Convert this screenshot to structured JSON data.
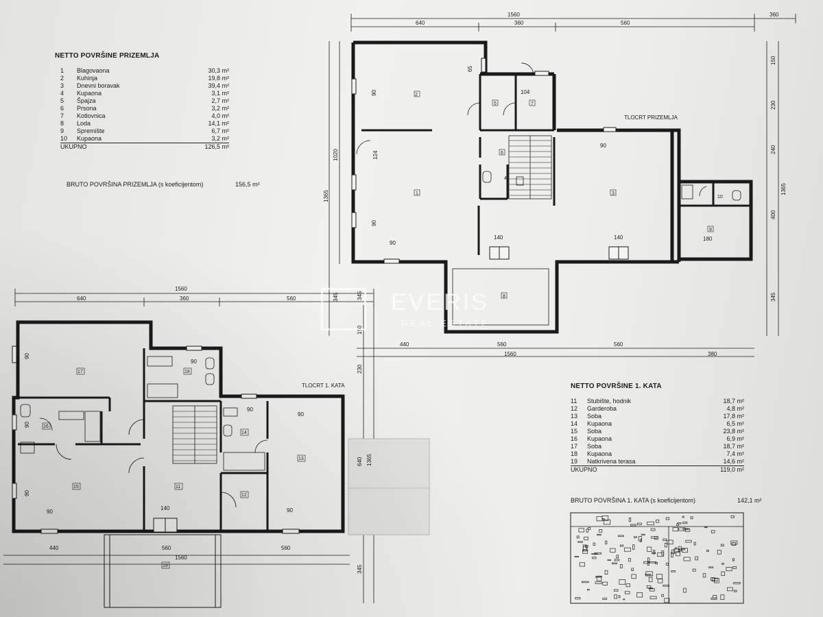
{
  "ground_floor": {
    "table_title": "NETTO POVRŠINE PRIZEMLJA",
    "rooms": [
      {
        "no": "1",
        "name": "Blagovaona",
        "area": "30,3 m²"
      },
      {
        "no": "2",
        "name": "Kuhinja",
        "area": "19,8 m²"
      },
      {
        "no": "3",
        "name": "Dnevni boravak",
        "area": "39,4 m²"
      },
      {
        "no": "4",
        "name": "Kupaona",
        "area": "3,1 m²"
      },
      {
        "no": "5",
        "name": "Špajza",
        "area": "2,7 m²"
      },
      {
        "no": "6",
        "name": "Prsona",
        "area": "3,2 m²"
      },
      {
        "no": "7",
        "name": "Kotlovnica",
        "area": "4,0 m²"
      },
      {
        "no": "8",
        "name": "Loda",
        "area": "14,1 m²"
      },
      {
        "no": "9",
        "name": "Spremište",
        "area": "6,7 m²"
      },
      {
        "no": "10",
        "name": "Kupaona",
        "area": "3,2 m²"
      }
    ],
    "total_label": "UKUPNO",
    "total_value": "126,5 m²",
    "gross_label": "BRUTO POVRŠINA PRIZEMLJA (s koeficijentom)",
    "gross_value": "156,5 m²",
    "plan_title": "TLOCRT PRIZEMLJA"
  },
  "first_floor": {
    "table_title": "NETTO POVRŠINE 1. KATA",
    "rooms": [
      {
        "no": "11",
        "name": "Stubište, hodnik",
        "area": "18,7 m²"
      },
      {
        "no": "12",
        "name": "Garderoba",
        "area": "4,8 m²"
      },
      {
        "no": "13",
        "name": "Soba",
        "area": "17,8 m²"
      },
      {
        "no": "14",
        "name": "Kupaona",
        "area": "6,5 m²"
      },
      {
        "no": "15",
        "name": "Soba",
        "area": "23,8 m²"
      },
      {
        "no": "16",
        "name": "Kupaona",
        "area": "6,9 m²"
      },
      {
        "no": "17",
        "name": "Soba",
        "area": "18,7 m²"
      },
      {
        "no": "18",
        "name": "Kupaona",
        "area": "7,4 m²"
      },
      {
        "no": "19",
        "name": "Natkrivena terasa",
        "area": "14,6 m²"
      }
    ],
    "total_label": "UKUPNO",
    "total_value": "119,0 m²",
    "gross_label": "BRUTO POVRŠINA 1. KATA (s koeficijentom)",
    "gross_value": "142,1 m²",
    "plan_title": "TLOCRT 1. KATA"
  },
  "watermark": {
    "brand": "EVERIS",
    "sub": "REAL ESTATE"
  },
  "dims": {
    "gf_top_total": "1560",
    "gf_top_right": "360",
    "gf_top_a": "640",
    "gf_top_b": "360",
    "gf_top_c": "560",
    "gf_left_total": "1365",
    "gf_left_inner": "1020",
    "gf_left_bottom": "345",
    "gf_right_a": "150",
    "gf_right_b": "230",
    "gf_right_c": "240",
    "gf_right_d": "400",
    "gf_right_e": "345",
    "gf_right_total": "1365",
    "gf_bottom_a": "440",
    "gf_bottom_b": "560",
    "gf_bottom_c": "560",
    "gf_bottom_total": "1560",
    "gf_bottom_right": "380",
    "ff_top_total": "1560",
    "ff_top_a": "640",
    "ff_top_b": "360",
    "ff_top_c": "560",
    "ff_right_a": "150",
    "ff_right_b": "230",
    "ff_right_c": "640",
    "ff_right_d": "1365",
    "ff_right_e": "345",
    "ff_right_f": "345",
    "ff_bottom_a": "440",
    "ff_bottom_b": "560",
    "ff_bottom_c": "560",
    "ff_bottom_total": "1560",
    "win90": "90",
    "win140": "140",
    "win104": "104",
    "win124": "124",
    "win65": "65",
    "win180": "180"
  }
}
